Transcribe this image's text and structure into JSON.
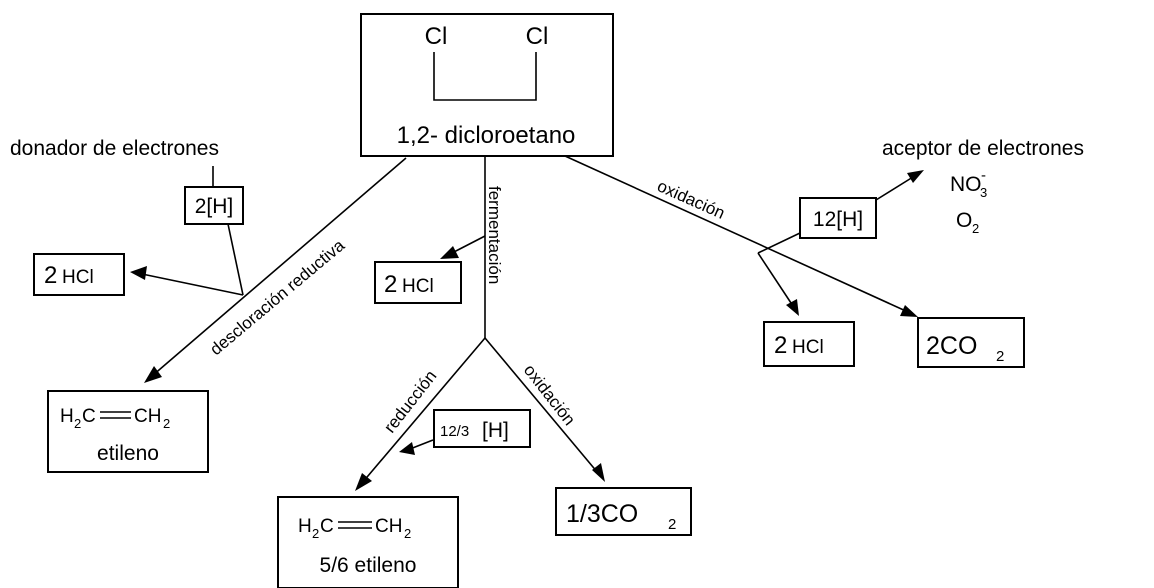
{
  "reactant": {
    "cl_left": "Cl",
    "cl_right": "Cl",
    "name": "1,2- dicloroetano"
  },
  "donor": {
    "label": "donador de electrones",
    "h_label": "2[H]"
  },
  "acceptor": {
    "label": "aceptor de electrones",
    "h_label": "12[H]",
    "nitrate": "NO",
    "nitrate_sub": "3",
    "nitrate_sup": "-",
    "oxygen": "O",
    "oxygen_sub": "2"
  },
  "pathways": {
    "reductive": "descloración reductiva",
    "fermentation": "fermentación",
    "oxidation": "oxidación",
    "reduction": "reducción",
    "sub_oxidation": "oxidación"
  },
  "products": {
    "hcl_left": {
      "num": "2",
      "formula": "HCl"
    },
    "hcl_mid": {
      "num": "2",
      "formula": "HCl"
    },
    "hcl_right": {
      "num": "2",
      "formula": "HCl"
    },
    "ethylene": {
      "h2c": "H",
      "c1": "C",
      "sub": "2",
      "ch2": "CH",
      "name": "etileno"
    },
    "ethylene_56": {
      "h2c": "H",
      "c1": "C",
      "sub": "2",
      "ch2": "CH",
      "name": "5/6 etileno"
    },
    "co2_right": {
      "num": "2CO",
      "sub": "2"
    },
    "co2_third": {
      "num": "1/3CO",
      "sub": "2"
    },
    "h_fraction": {
      "num": "12/3",
      "h": "[H]"
    }
  }
}
